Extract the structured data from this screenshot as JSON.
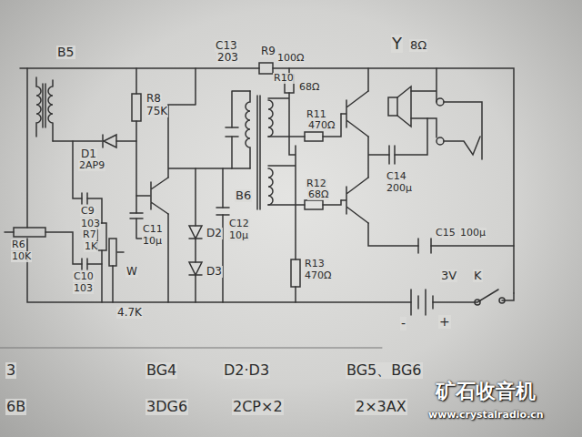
{
  "diagram": {
    "labels": [
      "R9",
      "100Ω",
      "Y",
      "8Ω",
      "C13",
      "203",
      "R10",
      "68Ω",
      "R11",
      "470Ω",
      "R12",
      "68Ω",
      "B6",
      "C12",
      "10μ",
      "R13",
      "470Ω",
      "C14",
      "200μ",
      "C15",
      "100μ",
      "3V",
      "K",
      "-",
      "+",
      "R8",
      "75K",
      "D2",
      "D3",
      "B5",
      "D1",
      "2AP9",
      "C9",
      "103",
      "R7",
      "1K",
      "C11",
      "10μ",
      "R6",
      "10K",
      "C10",
      "103",
      "W",
      "4.7K",
      "BG4",
      "3DG6",
      "D2·D3",
      "2CP×2",
      "BG5、BG6",
      "2×3AX",
      "3",
      "6B",
      "矿石收音机",
      "www.crystalradio.cn"
    ]
  }
}
